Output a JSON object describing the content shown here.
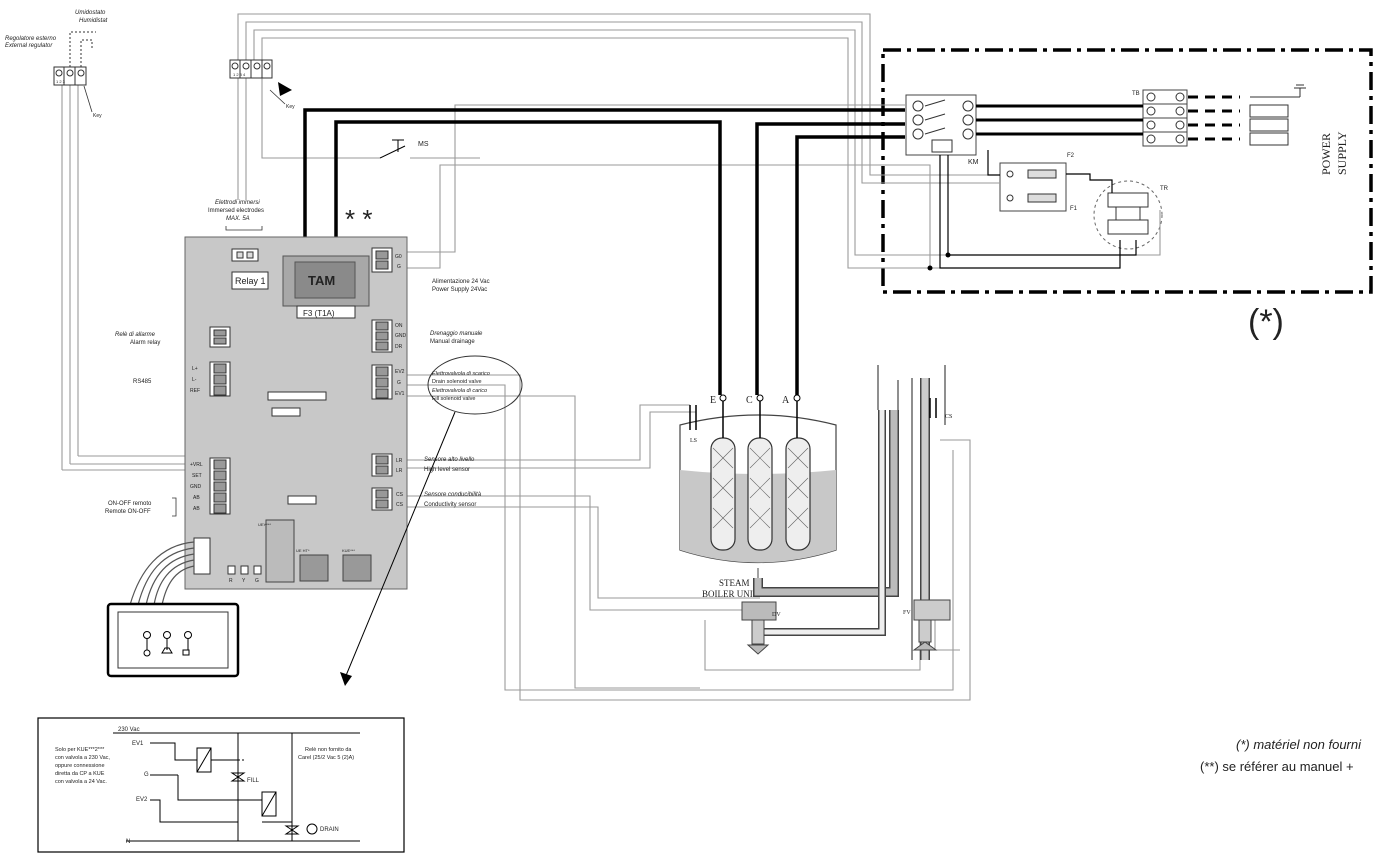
{
  "external": {
    "hum_it": "Umidostato",
    "hum_en": "Humidistat",
    "reg_it": "Regolatore esterno",
    "reg_en": "External regulator",
    "key": "Key",
    "key2": "Key",
    "term_3": "1 2 3",
    "term_4": "1 2 3 4"
  },
  "board": {
    "electrodes_it": "Elettrodi immersi",
    "electrodes_en": "Immersed electrodes",
    "electrodes_max": "MAX. 5A",
    "relay": "Relay 1",
    "tam": "TAM",
    "fuse": "F3 (T1A)",
    "stars": "* *",
    "g0": "G0",
    "g": "G",
    "power_it": "Alimentazione 24 Vac",
    "power_en": "Power Supply 24Vac",
    "alarm_it": "Relè di allarme",
    "alarm_en": "Alarm relay",
    "on": "ON",
    "gnd_dr": "GND",
    "dr": "DR",
    "drain_it": "Drenaggio manuale",
    "drain_en": "Manual drainage",
    "rs485": "RS485",
    "rs_plus": "L+",
    "rs_minus": "L-",
    "rs_ref": "REF",
    "ev2": "EV2",
    "evg": "G",
    "ev1": "EV1",
    "sol_drain_it": "Elettrovalvola di scarico",
    "sol_drain_en": "Drain solenoid valve",
    "sol_fill_it": "Elettrovalvola di carico",
    "sol_fill_en": "Fill solenoid valve",
    "plus_vrl": "+VRL",
    "set": "SET",
    "gnd": "GND",
    "ab1": "AB",
    "ab2": "AB",
    "remote_it": "ON-OFF remoto",
    "remote_en": "Remote ON-OFF",
    "lr1": "LR",
    "lr2": "LR",
    "level_it": "Sensore alto livello",
    "level_en": "High level sensor",
    "cs1": "CS",
    "cs2": "CS",
    "cond_it": "Sensore conducibilità",
    "cond_en": "Conductivity sensor",
    "led_r": "R",
    "led_y": "Y",
    "led_g": "G",
    "chip1": "UEY***",
    "chip2": "UE HT*",
    "chip3": "KUE***"
  },
  "power": {
    "supply_1": "POWER",
    "supply_2": "SUPPLY",
    "km": "KM",
    "tb": "TB",
    "f1": "F1",
    "f2": "F2",
    "tr": "TR",
    "asterisk": "(*)",
    "ms": "MS"
  },
  "boiler": {
    "label_1": "STEAM",
    "label_2": "BOILER UNIT",
    "e": "E",
    "c": "C",
    "a": "A",
    "ls": "LS",
    "cs": "CS",
    "dv": "DV",
    "fv": "FV"
  },
  "inset": {
    "vac": "230 Vac",
    "ev1": "EV1",
    "g": "G",
    "ev2": "EV2",
    "n": "N",
    "note_1": "Solo per KUE***2***",
    "note_2": "con valvola a 230 Vac,",
    "note_3": "oppure connessione",
    "note_4": "diretta da CP a KUE",
    "note_5": "con valvola a 24 Vac.",
    "relay_1": "Relè non fornito da",
    "relay_2": "Carel (25/2 Vac 5 (2)A)",
    "fill": "FILL",
    "drain": "DRAIN"
  },
  "notes": {
    "line_1": "(*) matériel non fourni",
    "line_2": "(**) se référer au manuel +"
  }
}
